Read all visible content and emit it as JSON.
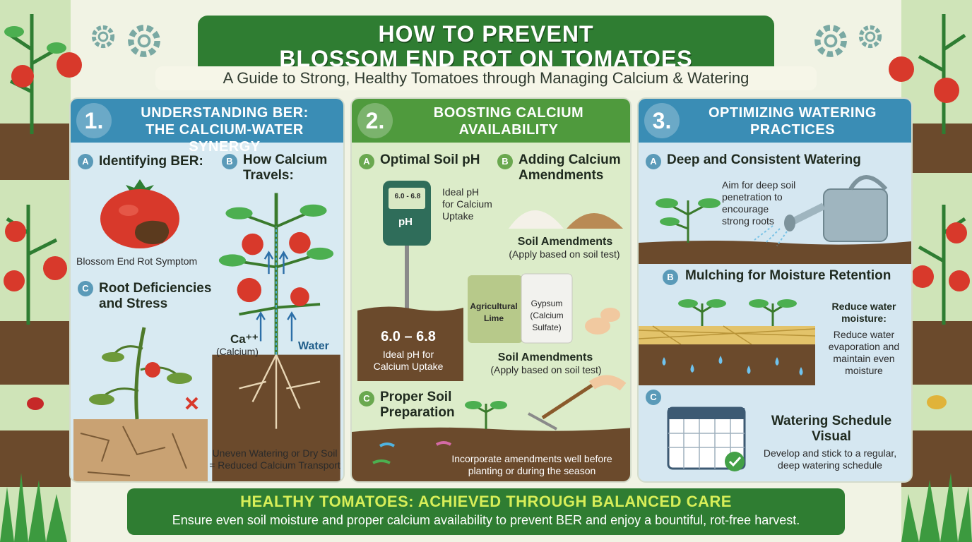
{
  "header": {
    "title_line1": "HOW TO PREVENT",
    "title_line2": "BLOSSOM END ROT ON TOMATOES",
    "subtitle": "A Guide to Strong, Healthy Tomatoes through Managing Calcium & Watering"
  },
  "panels": [
    {
      "number": "1.",
      "title": "UNDERSTANDING BER:\nTHE CALCIUM-WATER SYNERGY",
      "sections": [
        {
          "badge": "A",
          "title": "Identifying BER:",
          "caption": "Blossom End Rot Symptom"
        },
        {
          "badge": "B",
          "title": "How Calcium\nTravels:",
          "label_calcium": "Ca⁺⁺",
          "label_calcium_sub": "(Calcium)",
          "label_water": "Water"
        },
        {
          "badge": "C",
          "title": "Root Deficiencies\nand Stress",
          "caption": "Uneven Watering or Dry Soil\n= Reduced Calcium Transport"
        }
      ]
    },
    {
      "number": "2.",
      "title": "BOOSTING CALCIUM\nAVAILABILITY",
      "sections": [
        {
          "badge": "A",
          "title": "Optimal Soil pH",
          "meter_display": "6.0 - 6.8",
          "meter_label": "pH",
          "meter_note": "Ideal pH\nfor Calcium\nUptake",
          "range": "6.0 – 6.8",
          "range_caption": "Ideal pH for\nCalcium Uptake"
        },
        {
          "badge": "B",
          "title": "Adding Calcium\nAmendments",
          "caption1_title": "Soil Amendments",
          "caption1_sub": "(Apply based on soil test)",
          "bag1": "Agricultural\nLime",
          "bag2": "Gypsum\n(Calcium\nSulfate)",
          "caption2_title": "Soil Amendments",
          "caption2_sub": "(Apply based on soil test)"
        },
        {
          "badge": "C",
          "title": "Proper Soil\nPreparation",
          "caption": "Incorporate amendments well before\nplanting or during the season"
        }
      ]
    },
    {
      "number": "3.",
      "title": "OPTIMIZING WATERING\nPRACTICES",
      "sections": [
        {
          "badge": "A",
          "title": "Deep and Consistent Watering",
          "caption": "Aim for deep soil\npenetration to\nencourage\nstrong roots"
        },
        {
          "badge": "B",
          "title": "Mulching for Moisture Retention",
          "caption_title": "Reduce water\nmoisture:",
          "caption": "Reduce water\nevaporation and\nmaintain even\nmoisture"
        },
        {
          "badge": "C",
          "title": "Watering Schedule\nVisual",
          "caption": "Develop and stick to a regular,\ndeep watering schedule"
        }
      ]
    }
  ],
  "footer": {
    "headline": "HEALTHY TOMATOES: ACHIEVED THROUGH BALANCED CARE",
    "text": "Ensure even soil moisture and proper calcium availability to prevent BER and enjoy a bountiful, rot-free harvest."
  },
  "colors": {
    "header_green": "#2f7d32",
    "panel_blue": "#3a8db5",
    "panel_green": "#4f9a3d",
    "footer_accent": "#d7ee58",
    "tomato_red": "#d8392b"
  }
}
